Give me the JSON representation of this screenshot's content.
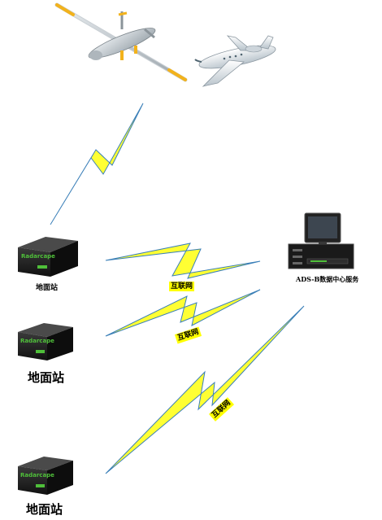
{
  "colors": {
    "bolt_fill": "#ffff33",
    "bolt_stroke": "#3a7fb8",
    "tag_bg": "#ffff00",
    "device_body": "#1c1c1c",
    "device_text": "#4fbf3a"
  },
  "nodes": {
    "uav": {
      "icon": "drone-icon"
    },
    "jet": {
      "icon": "airplane-icon"
    },
    "station1": {
      "device_text": "Radarcape",
      "label": "地面站"
    },
    "station2": {
      "device_text": "Radarcape",
      "label": "地面站"
    },
    "station3": {
      "device_text": "Radarcape",
      "label": "地面站"
    },
    "server": {
      "icon": "server-icon",
      "label": "ADS-B数据中心服务"
    }
  },
  "links": [
    {
      "from": "aircraft",
      "to": "station1",
      "label": ""
    },
    {
      "from": "station1",
      "to": "server",
      "label": "互联网"
    },
    {
      "from": "station2",
      "to": "server",
      "label": "互联网"
    },
    {
      "from": "station3",
      "to": "server",
      "label": "互联网"
    }
  ]
}
